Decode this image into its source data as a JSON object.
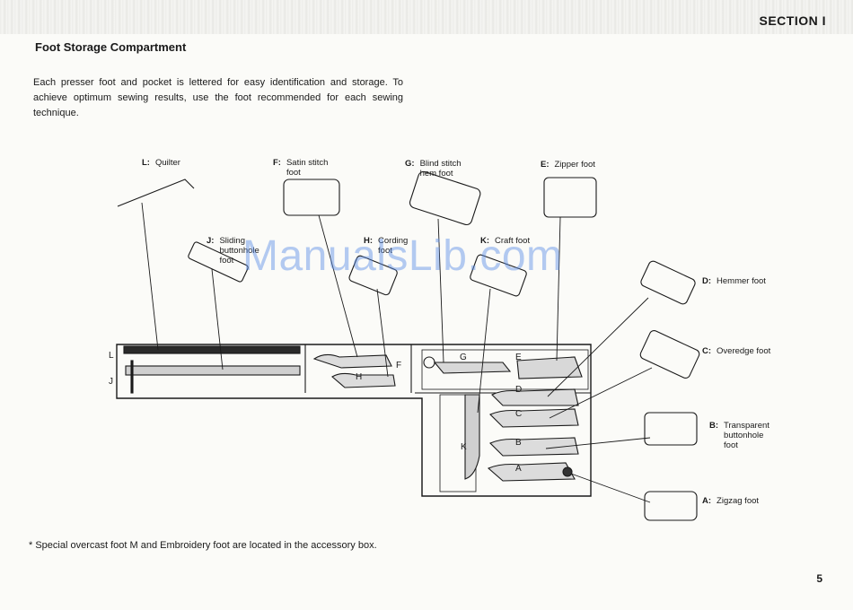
{
  "header": {
    "section": "SECTION I"
  },
  "title": "Foot Storage Compartment",
  "intro": "Each presser foot and pocket is lettered for easy identification and storage. To achieve optimum sewing results, use the foot recommended for each sewing technique.",
  "labels": {
    "L": {
      "key": "L:",
      "text": "Quilter"
    },
    "F": {
      "key": "F:",
      "text": "Satin stitch foot"
    },
    "G": {
      "key": "G:",
      "text": "Blind stitch hem foot"
    },
    "E": {
      "key": "E:",
      "text": "Zipper foot"
    },
    "J": {
      "key": "J:",
      "text": "Sliding buttonhole foot"
    },
    "H": {
      "key": "H:",
      "text": "Cording foot"
    },
    "K": {
      "key": "K:",
      "text": "Craft foot"
    },
    "D": {
      "key": "D:",
      "text": "Hemmer foot"
    },
    "C": {
      "key": "C:",
      "text": "Overedge foot"
    },
    "B": {
      "key": "B:",
      "text": "Transparent buttonhole foot"
    },
    "A": {
      "key": "A:",
      "text": "Zigzag foot"
    }
  },
  "slots": [
    "L",
    "J",
    "F",
    "H",
    "G",
    "E",
    "D",
    "C",
    "K",
    "B",
    "A"
  ],
  "footnote": "*  Special overcast foot M and Embroidery foot are located in the accessory  box.",
  "page_number": "5",
  "watermark": "ManualsLib.com"
}
